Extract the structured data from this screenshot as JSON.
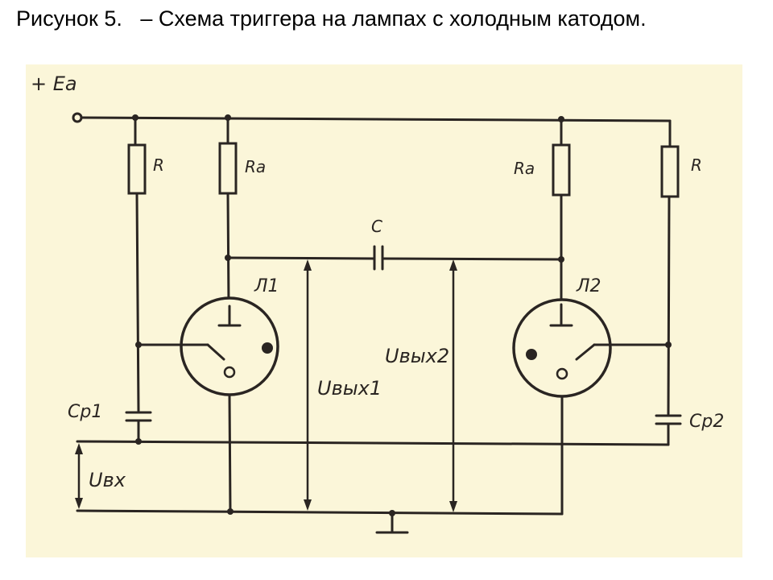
{
  "title": "Рисунок 5.   – Схема триггера на лампах с холодным катодом.",
  "labels": {
    "supply": "+ Ea",
    "r_left": "R",
    "r_right": "R",
    "ra_left": "Ra",
    "ra_right": "Ra",
    "capacitor": "C",
    "lamp1": "Л1",
    "lamp2": "Л2",
    "cp1": "Cp1",
    "cp2": "Cp2",
    "u_in": "Uвх",
    "u_out1": "Uвых1",
    "u_out2": "Uвых2"
  },
  "colors": {
    "ink": "#2a2522",
    "paper": "#fbf6d9"
  }
}
